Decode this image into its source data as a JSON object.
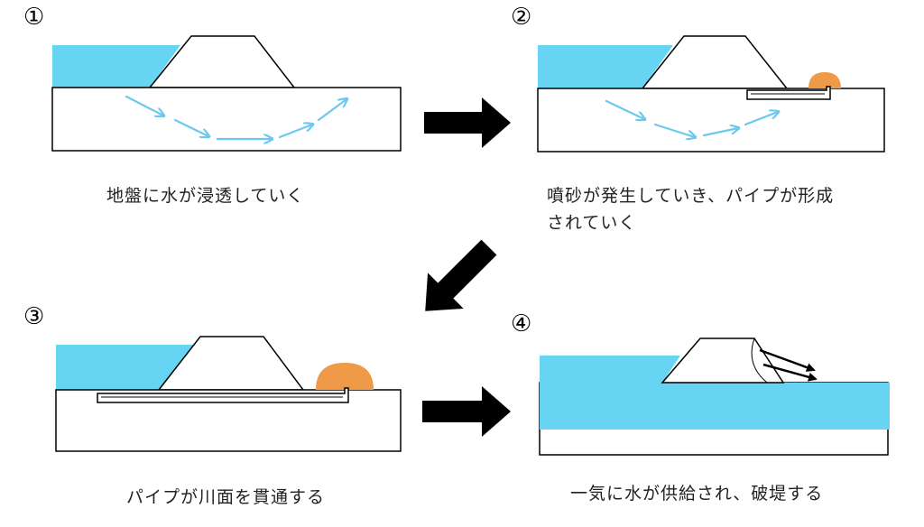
{
  "steps": [
    {
      "number": "①",
      "caption_lines": [
        "地盤に水が浸透していく"
      ]
    },
    {
      "number": "②",
      "caption_lines": [
        "噴砂が発生していき、パイプが形成",
        "されていく"
      ]
    },
    {
      "number": "③",
      "caption_lines": [
        "パイプが川面を貫通する"
      ]
    },
    {
      "number": "④",
      "caption_lines": [
        "一気に水が供給され、破堤する"
      ]
    }
  ],
  "colors": {
    "water": "#66d4f2",
    "seepage_arrow": "#6cc8ec",
    "sand_boil": "#ef9a48",
    "outline": "#000000",
    "transition_arrow": "#000000"
  }
}
